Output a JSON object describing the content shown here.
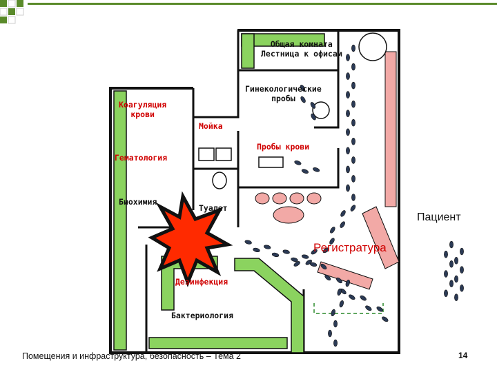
{
  "rooms": {
    "common_room": "Общая комната\nЛестница к офисам",
    "gyn_tests": "Гинекологические\nпробы",
    "coagulation": "Коагуляция\nкрови",
    "sink": "Мойка",
    "blood_tests": "Пробы крови",
    "hematology": "Гематология",
    "biochemistry": "Биохимия",
    "toilet": "Туалет",
    "disinfection": "Дезинфекция",
    "bacteriology": "Бактериология"
  },
  "patient_label": "Пациент",
  "registry_label": "Регистратура",
  "footer": {
    "caption": "Помещения и инфраструктура, безопасность – Тема 2",
    "page_number": "14"
  },
  "colors": {
    "wall": "#111111",
    "counter_green": "#8bd35f",
    "furniture_pink": "#f2a9a6",
    "explosion_red": "#ff2a00",
    "accent_red": "#d00000",
    "deco_green": "#5a8a2a"
  }
}
